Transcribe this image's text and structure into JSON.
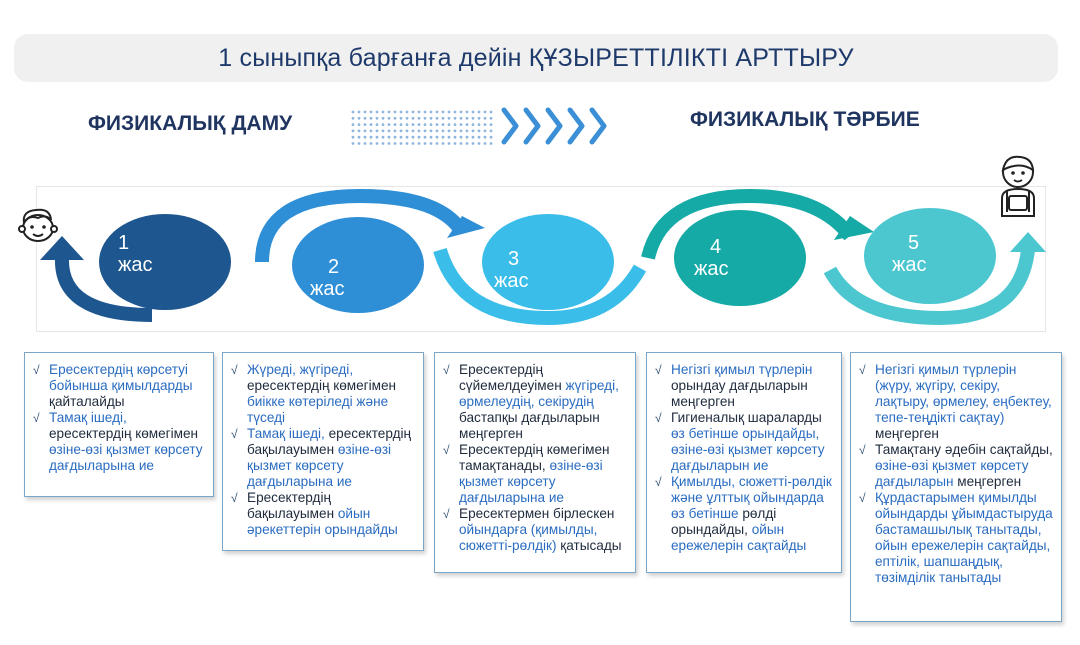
{
  "title": "1 сыныпқа барғанға дейін ҚҰЗЫРЕТТІЛІКТІ АРТТЫРУ",
  "left_heading": "ФИЗИКАЛЫҚ ДАМУ",
  "right_heading": "ФИЗИКАЛЫҚ ТӘРБИЕ",
  "nodes": [
    {
      "label": "1\nжас",
      "color": "#1e568f"
    },
    {
      "label": "2\nжас",
      "color": "#2f8fd6"
    },
    {
      "label": "3\nжас",
      "color": "#3bbdea"
    },
    {
      "label": "4\nжас",
      "color": "#15aaa6"
    },
    {
      "label": "5\nжас",
      "color": "#4dc7cf"
    }
  ],
  "boxes": [
    {
      "items": [
        [
          {
            "t": "Ересектердің көрсетуі бойынша қимылдарды ",
            "c": "blue"
          },
          {
            "t": "қайталайды",
            "c": "dark"
          }
        ],
        [
          {
            "t": "Тамақ ішеді,",
            "c": "blue"
          },
          {
            "t": " ересектердің көмегімен ",
            "c": "dark"
          },
          {
            "t": "өзіне-өзі қызмет көрсету дағдыларына ие",
            "c": "blue"
          }
        ]
      ]
    },
    {
      "items": [
        [
          {
            "t": "Жүреді, жүгіреді,",
            "c": "blue"
          },
          {
            "t": " ересектердің көмегімен ",
            "c": "dark"
          },
          {
            "t": "биікке көтеріледі және түседі",
            "c": "blue"
          }
        ],
        [
          {
            "t": "Тамақ ішеді,",
            "c": "blue"
          },
          {
            "t": " ересектердің бақылауымен ",
            "c": "dark"
          },
          {
            "t": "өзіне-өзі қызмет көрсету дағдыларына ие",
            "c": "blue"
          }
        ],
        [
          {
            "t": "Ересектердің бақылауымен ",
            "c": "dark"
          },
          {
            "t": "ойын әрекеттерін орындайды",
            "c": "blue"
          }
        ]
      ]
    },
    {
      "items": [
        [
          {
            "t": "Ересектердің сүйемелдеуімен ",
            "c": "dark"
          },
          {
            "t": "жүгіреді, өрмелеудің, секірудің",
            "c": "blue"
          },
          {
            "t": " бастапқы дағдыларын меңгерген",
            "c": "dark"
          }
        ],
        [
          {
            "t": "Ересектердің көмегімен тамақтанады, ",
            "c": "dark"
          },
          {
            "t": "өзіне-өзі қызмет көрсету дағдыларына ие",
            "c": "blue"
          }
        ],
        [
          {
            "t": "Ересектермен бірлескен ",
            "c": "dark"
          },
          {
            "t": "ойындарға (қимылды, сюжетті-рөлдік)",
            "c": "blue"
          },
          {
            "t": " қатысады",
            "c": "dark"
          }
        ]
      ]
    },
    {
      "items": [
        [
          {
            "t": "Негізгі қимыл түрлерін ",
            "c": "blue"
          },
          {
            "t": "орындау дағдыларын меңгерген",
            "c": "dark"
          }
        ],
        [
          {
            "t": "Гигиеналық шараларды ",
            "c": "dark"
          },
          {
            "t": "өз бетінше орындайды, өзіне-өзі қызмет көрсету дағдыларын ие",
            "c": "blue"
          }
        ],
        [
          {
            "t": "Қимылды, сюжетті-рөлдік және ұлттық ойындарда өз бетінше ",
            "c": "blue"
          },
          {
            "t": "рөлді орындайды, ",
            "c": "dark"
          },
          {
            "t": "ойын ережелерін сақтайды",
            "c": "blue"
          }
        ]
      ]
    },
    {
      "items": [
        [
          {
            "t": "Негізгі қимыл түрлерін (жүру, жүгіру, секіру, лақтыру, өрмелеу, еңбектеу, тепе-теңдікті сақтау)",
            "c": "blue"
          },
          {
            "t": " меңгерген",
            "c": "dark"
          }
        ],
        [
          {
            "t": "Тамақтану әдебін сақтайды, ",
            "c": "dark"
          },
          {
            "t": "өзіне-өзі қызмет көрсету дағдыларын",
            "c": "blue"
          },
          {
            "t": " меңгерген",
            "c": "dark"
          }
        ],
        [
          {
            "t": "Құрдастарымен қимылды ойындарды ұйымдастыруда бастамашылық танытады, ойын ережелерін сақтайды, ептілік, шапшаңдық, төзімділік танытады",
            "c": "blue"
          }
        ]
      ]
    }
  ]
}
